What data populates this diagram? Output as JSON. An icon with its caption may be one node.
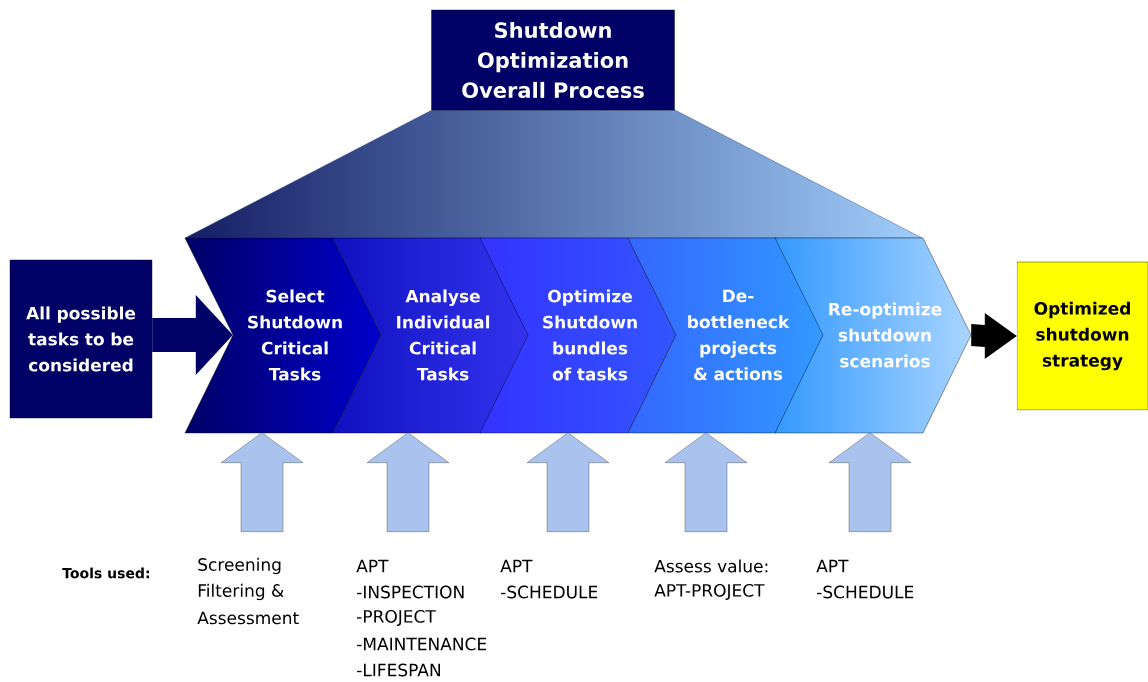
{
  "diagram": {
    "nodes": [
      {
        "text": [
          "Shutdown Optimization Overall Process"
        ]
      },
      {
        "text": [
          "All possible tasks to be considered"
        ]
      },
      {
        "text": [
          "Select Shutdown Critical Tasks"
        ]
      },
      {
        "text": [
          "Analyse Individual Critical Tasks"
        ]
      },
      {
        "text": [
          "Optimize Shutdown bundles of tasks"
        ]
      },
      {
        "text": [
          "De-bottleneck projects & actions"
        ]
      },
      {
        "text": [
          "Re-optimize shutdown scenarios"
        ]
      },
      {
        "text": [
          "Optimized shutdown strategy"
        ]
      }
    ],
    "edges": [
      {
        "from": 1,
        "to": 2,
        "arrow": "to",
        "color": "#000066"
      },
      {
        "from": 6,
        "to": 7,
        "arrow": "to",
        "color": "#000000"
      },
      {
        "from": null,
        "to": 2,
        "arrow": "to"
      },
      {
        "from": null,
        "to": 3,
        "arrow": "to"
      },
      {
        "from": null,
        "to": 4,
        "arrow": "to"
      },
      {
        "from": null,
        "to": 5,
        "arrow": "to"
      },
      {
        "from": null,
        "to": 6,
        "arrow": "to"
      }
    ],
    "labels": [
      "Tools used:",
      "Screening",
      "Filtering &",
      "Assessment",
      "APT",
      "-INSPECTION",
      "-PROJECT",
      "-MAINTENANCE",
      "-LIFESPAN",
      "APT",
      "-SCHEDULE",
      "Assess value:",
      "APT-PROJECT",
      "APT",
      "-SCHEDULE"
    ]
  }
}
